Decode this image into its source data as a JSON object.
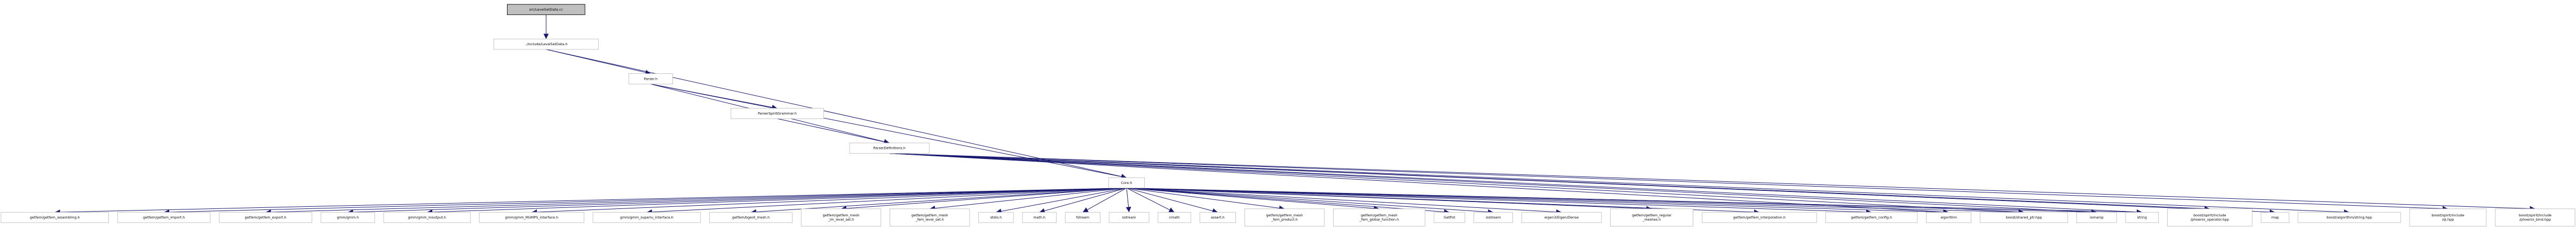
{
  "diagram": {
    "colors": {
      "edge": "#191970",
      "node_fill": "#ffffff",
      "node_border": "#bfbfbf",
      "root_fill": "#bfbfbf",
      "root_border": "#000000",
      "text": "#000000"
    },
    "nodes": [
      {
        "id": "root",
        "label": "src/LevelSetData.cc"
      },
      {
        "id": "levelsetdata",
        "label": "../include/LevelSetData.h"
      },
      {
        "id": "parser",
        "label": "Parser.h"
      },
      {
        "id": "spiritgrammar",
        "label": "ParserSpiritGrammar.h"
      },
      {
        "id": "parserdefs",
        "label": "ParserDefinitions.h"
      },
      {
        "id": "core",
        "label": "Core.h"
      },
      {
        "id": "l01",
        "label": "getfem/getfem_assembling.h"
      },
      {
        "id": "l02",
        "label": "getfem/getfem_import.h"
      },
      {
        "id": "l03",
        "label": "getfem/getfem_export.h"
      },
      {
        "id": "l04",
        "label": "gmm/gmm.h"
      },
      {
        "id": "l05",
        "label": "gmm/gmm_inoutput.h"
      },
      {
        "id": "l06",
        "label": "gmm/gmm_MUMPS_interface.h"
      },
      {
        "id": "l07",
        "label": "gmm/gmm_superlu_interface.h"
      },
      {
        "id": "l08",
        "label": "getfem/bgeot_mesh.h"
      },
      {
        "id": "l09",
        "label": [
          "getfem/getfem_mesh",
          "_im_level_set.h"
        ]
      },
      {
        "id": "l10",
        "label": [
          "getfem/getfem_mesh",
          "_fem_level_set.h"
        ]
      },
      {
        "id": "l11",
        "label": "stdio.h"
      },
      {
        "id": "l12",
        "label": "math.h"
      },
      {
        "id": "l13",
        "label": "fstream"
      },
      {
        "id": "l14",
        "label": "sstream"
      },
      {
        "id": "l15",
        "label": "cmath"
      },
      {
        "id": "l16",
        "label": "assert.h"
      },
      {
        "id": "l17",
        "label": [
          "getfem/getfem_mesh",
          "_fem_product.h"
        ]
      },
      {
        "id": "l18",
        "label": [
          "getfem/getfem_mesh",
          "_fem_global_function.h"
        ]
      },
      {
        "id": "l19",
        "label": "GetPot"
      },
      {
        "id": "l20",
        "label": "iostream"
      },
      {
        "id": "l21",
        "label": "eigen3/Eigen/Dense"
      },
      {
        "id": "l22",
        "label": [
          "getfem/getfem_regular",
          "_meshes.h"
        ]
      },
      {
        "id": "l23",
        "label": "getfem/getfem_interpolation.h"
      },
      {
        "id": "l24",
        "label": "getfem/getfem_config.h"
      },
      {
        "id": "l25",
        "label": "algorithm"
      },
      {
        "id": "l26",
        "label": "boost/shared_ptr.hpp"
      },
      {
        "id": "l27",
        "label": "iomanip"
      },
      {
        "id": "l28",
        "label": "string"
      },
      {
        "id": "l29",
        "label": [
          "boost/spirit/include",
          "/phoenix_operator.hpp"
        ]
      },
      {
        "id": "l30",
        "label": "map"
      },
      {
        "id": "l31",
        "label": "boost/algorithm/string.hpp"
      },
      {
        "id": "l32",
        "label": [
          "boost/spirit/include",
          "/qi.hpp"
        ]
      },
      {
        "id": "l33",
        "label": [
          "boost/spirit/include",
          "/phoenix_bind.hpp"
        ]
      }
    ],
    "edges": [
      [
        "root",
        "levelsetdata"
      ],
      [
        "levelsetdata",
        "core"
      ],
      [
        "levelsetdata",
        "parser"
      ],
      [
        "parser",
        "core"
      ],
      [
        "parser",
        "spiritgrammar"
      ],
      [
        "parser",
        "parserdefs"
      ],
      [
        "spiritgrammar",
        "parserdefs"
      ],
      [
        "core",
        "l01"
      ],
      [
        "core",
        "l02"
      ],
      [
        "core",
        "l03"
      ],
      [
        "core",
        "l04"
      ],
      [
        "core",
        "l05"
      ],
      [
        "core",
        "l06"
      ],
      [
        "core",
        "l07"
      ],
      [
        "core",
        "l08"
      ],
      [
        "core",
        "l09"
      ],
      [
        "core",
        "l10"
      ],
      [
        "core",
        "l11"
      ],
      [
        "core",
        "l12"
      ],
      [
        "core",
        "l13"
      ],
      [
        "core",
        "l14"
      ],
      [
        "core",
        "l15"
      ],
      [
        "core",
        "l16"
      ],
      [
        "core",
        "l17"
      ],
      [
        "core",
        "l18"
      ],
      [
        "core",
        "l19"
      ],
      [
        "core",
        "l20"
      ],
      [
        "core",
        "l21"
      ],
      [
        "core",
        "l22"
      ],
      [
        "core",
        "l23"
      ],
      [
        "core",
        "l24"
      ],
      [
        "core",
        "l25"
      ],
      [
        "core",
        "l26"
      ],
      [
        "core",
        "l27"
      ],
      [
        "core",
        "l28"
      ],
      [
        "parserdefs",
        "l25"
      ],
      [
        "parserdefs",
        "l26"
      ],
      [
        "parserdefs",
        "l27"
      ],
      [
        "parserdefs",
        "l28"
      ],
      [
        "parserdefs",
        "l29"
      ],
      [
        "parserdefs",
        "l30"
      ],
      [
        "parserdefs",
        "l31"
      ],
      [
        "parserdefs",
        "l32"
      ],
      [
        "parserdefs",
        "l33"
      ]
    ]
  }
}
